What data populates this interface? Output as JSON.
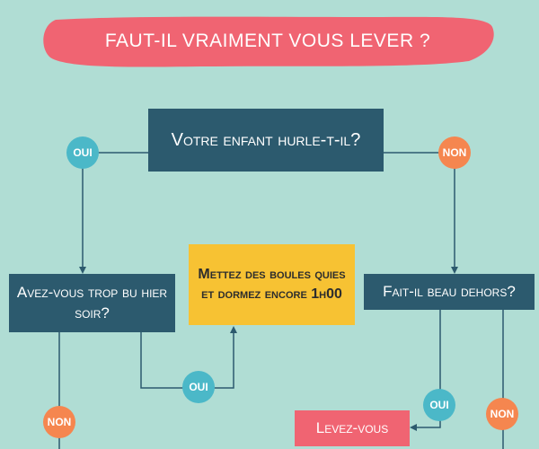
{
  "title": "FAUT-IL VRAIMENT VOUS LEVER ?",
  "nodes": {
    "question_child_screaming": "Votre enfant hurle-t-il?",
    "question_drank_too_much": "Avez-vous trop bu hier soir?",
    "question_nice_weather": "Fait-il beau dehors?",
    "answer_earplugs": "Mettez des boules quies et dormez encore 1h00",
    "answer_get_up": "Levez-vous"
  },
  "labels": {
    "yes": "OUI",
    "no": "NON"
  },
  "colors": {
    "background": "#b0ddd4",
    "banner": "#f06472",
    "question_box": "#2c5a6e",
    "answer_highlight": "#f7c233",
    "answer_action": "#f06472",
    "yes_circle": "#4bb8c8",
    "no_circle": "#f5864f",
    "connector": "#2c5a6e"
  }
}
